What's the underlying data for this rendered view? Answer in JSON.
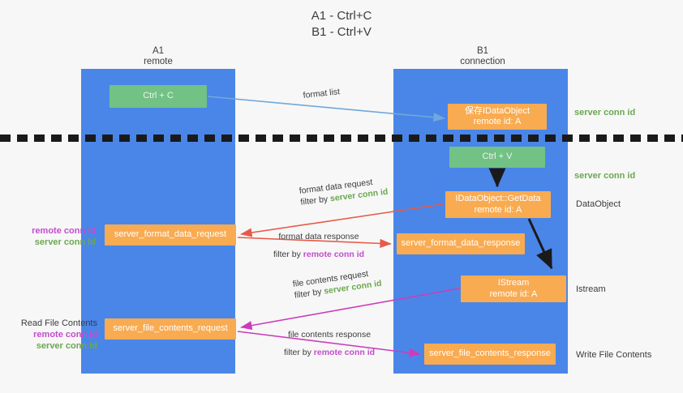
{
  "title": {
    "line1": "A1 - Ctrl+C",
    "line2": "B1 - Ctrl+V"
  },
  "columns": [
    {
      "id": "a1",
      "name": "A1",
      "role": "remote"
    },
    {
      "id": "b1",
      "name": "B1",
      "role": "connection"
    }
  ],
  "nodes": {
    "ctrl_c": {
      "label": "Ctrl + C",
      "color": "#72c285"
    },
    "save_idataobject": {
      "line1": "保存IDataObject",
      "line2": "remote id: A",
      "color": "#f9ab51"
    },
    "ctrl_v": {
      "label": "Ctrl + V",
      "color": "#72c285"
    },
    "getdata": {
      "line1": "IDataObject::GetData",
      "line2": "remote id: A",
      "color": "#f9ab51"
    },
    "istream": {
      "line1": "IStream",
      "line2": "remote id: A",
      "color": "#f9ab51"
    },
    "server_format_data_request": {
      "label": "server_format_data_request",
      "color": "#f9ab51"
    },
    "server_format_data_response": {
      "label": "server_format_data_response",
      "color": "#f9ab51"
    },
    "server_file_contents_request": {
      "label": "server_file_contents_request",
      "color": "#f9ab51"
    },
    "server_file_contents_response": {
      "label": "server_file_contents_response",
      "color": "#f9ab51"
    }
  },
  "edge_labels": {
    "format_list": {
      "text": "format list"
    },
    "format_data_request": {
      "line1": "format data request",
      "filter_prefix": "filter by ",
      "filter_key": "server conn id"
    },
    "format_data_response": {
      "line1": "format data response",
      "filter_prefix": "filter by ",
      "filter_key": "remote conn id"
    },
    "file_contents_request": {
      "line1": "file contents request",
      "filter_prefix": "filter by ",
      "filter_key": "server conn id"
    },
    "file_contents_response": {
      "line1": "file contents response",
      "filter_prefix": "filter by ",
      "filter_key": "remote conn id"
    }
  },
  "annotations": {
    "right": [
      {
        "id": "server-conn-id-top",
        "text": "server conn id",
        "color": "#6aa84f"
      },
      {
        "id": "server-conn-id-second",
        "text": "server conn id",
        "color": "#6aa84f"
      },
      {
        "id": "dataobject",
        "text": "DataObject",
        "color": "#3c3c3c"
      },
      {
        "id": "istream",
        "text": "Istream",
        "color": "#3c3c3c"
      },
      {
        "id": "write-file-contents",
        "text": "Write File Contents",
        "color": "#3c3c3c"
      }
    ],
    "left": [
      {
        "id": "format-data-conn-ids",
        "lines": [
          {
            "text": "remote conn id",
            "color": "#c34ccc"
          },
          {
            "text": "server conn id",
            "color": "#6aa84f"
          }
        ]
      },
      {
        "id": "read-file-contents",
        "heading": "Read File Contents",
        "lines": [
          {
            "text": "remote conn id",
            "color": "#c34ccc"
          },
          {
            "text": "server conn id",
            "color": "#6aa84f"
          }
        ]
      }
    ]
  },
  "colors": {
    "background": "#f7f7f7",
    "lane": "#4a86e8",
    "green_node": "#72c285",
    "orange_node": "#f9ab51",
    "arrow_blue": "#6fa8dc",
    "arrow_red": "#e8594a",
    "arrow_magenta": "#cc3dbb",
    "arrow_black": "#1a1a1a",
    "text_green": "#6aa84f",
    "text_purple": "#c34ccc",
    "divider": "#1a1a1a"
  }
}
